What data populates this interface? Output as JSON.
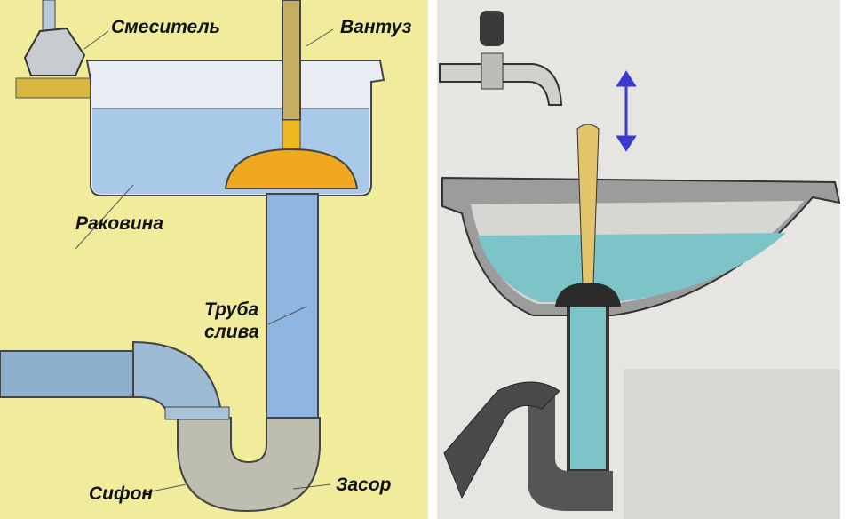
{
  "labels": {
    "faucet": "Смеситель",
    "plunger": "Вантуз",
    "sink": "Раковина",
    "drain_pipe_line1": "Труба",
    "drain_pipe_line2": "слива",
    "siphon": "Сифон",
    "clog": "Засор"
  },
  "colors": {
    "left_bg": "#f1ec9c",
    "water": "#a9c9e8",
    "right_bg": "#e7e5e1",
    "right_water": "#7cc4c8",
    "arrow": "#3a3ad0"
  }
}
